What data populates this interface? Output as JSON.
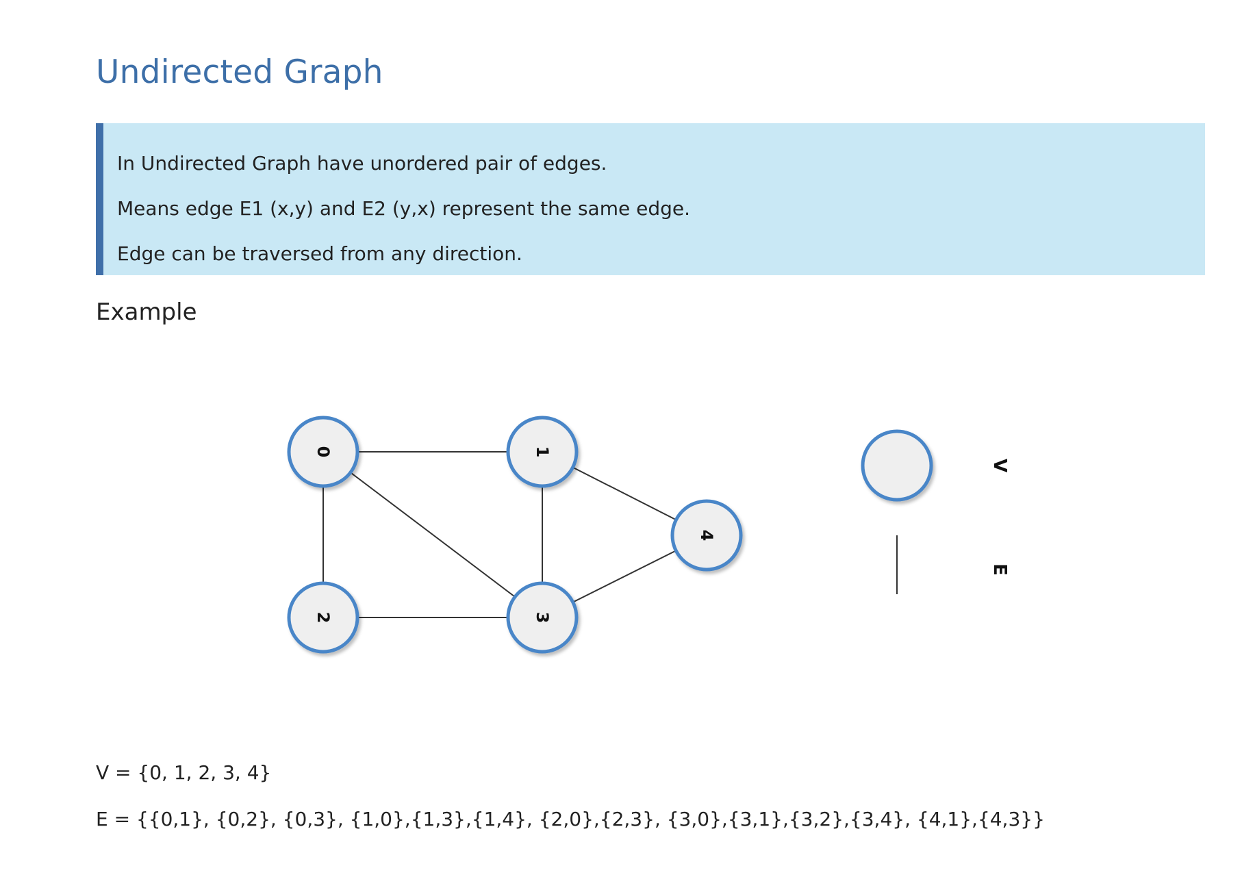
{
  "title": "Undirected Graph",
  "callout": {
    "lines": [
      "In Undirected Graph have unordered pair of edges.",
      "Means edge E1 (x,y) and E2 (y,x) represent the same edge.",
      "Edge can be traversed from any direction."
    ]
  },
  "example_heading": "Example",
  "graph": {
    "nodes": [
      "0",
      "1",
      "2",
      "3",
      "4"
    ],
    "edges": [
      [
        "0",
        "1"
      ],
      [
        "0",
        "2"
      ],
      [
        "0",
        "3"
      ],
      [
        "1",
        "3"
      ],
      [
        "1",
        "4"
      ],
      [
        "2",
        "3"
      ],
      [
        "3",
        "4"
      ]
    ],
    "legend": {
      "vertex_label": "V",
      "edge_label": "E"
    },
    "colors": {
      "node_fill": "#efefef",
      "node_stroke": "#4a86c8",
      "edge_stroke": "#333333"
    }
  },
  "sets": {
    "vertices": "V = {0, 1, 2, 3, 4}",
    "edges": "E = {{0,1}, {0,2}, {0,3}, {1,0},{1,3},{1,4}, {2,0},{2,3}, {3,0},{3,1},{3,2},{3,4}, {4,1},{4,3}}"
  }
}
